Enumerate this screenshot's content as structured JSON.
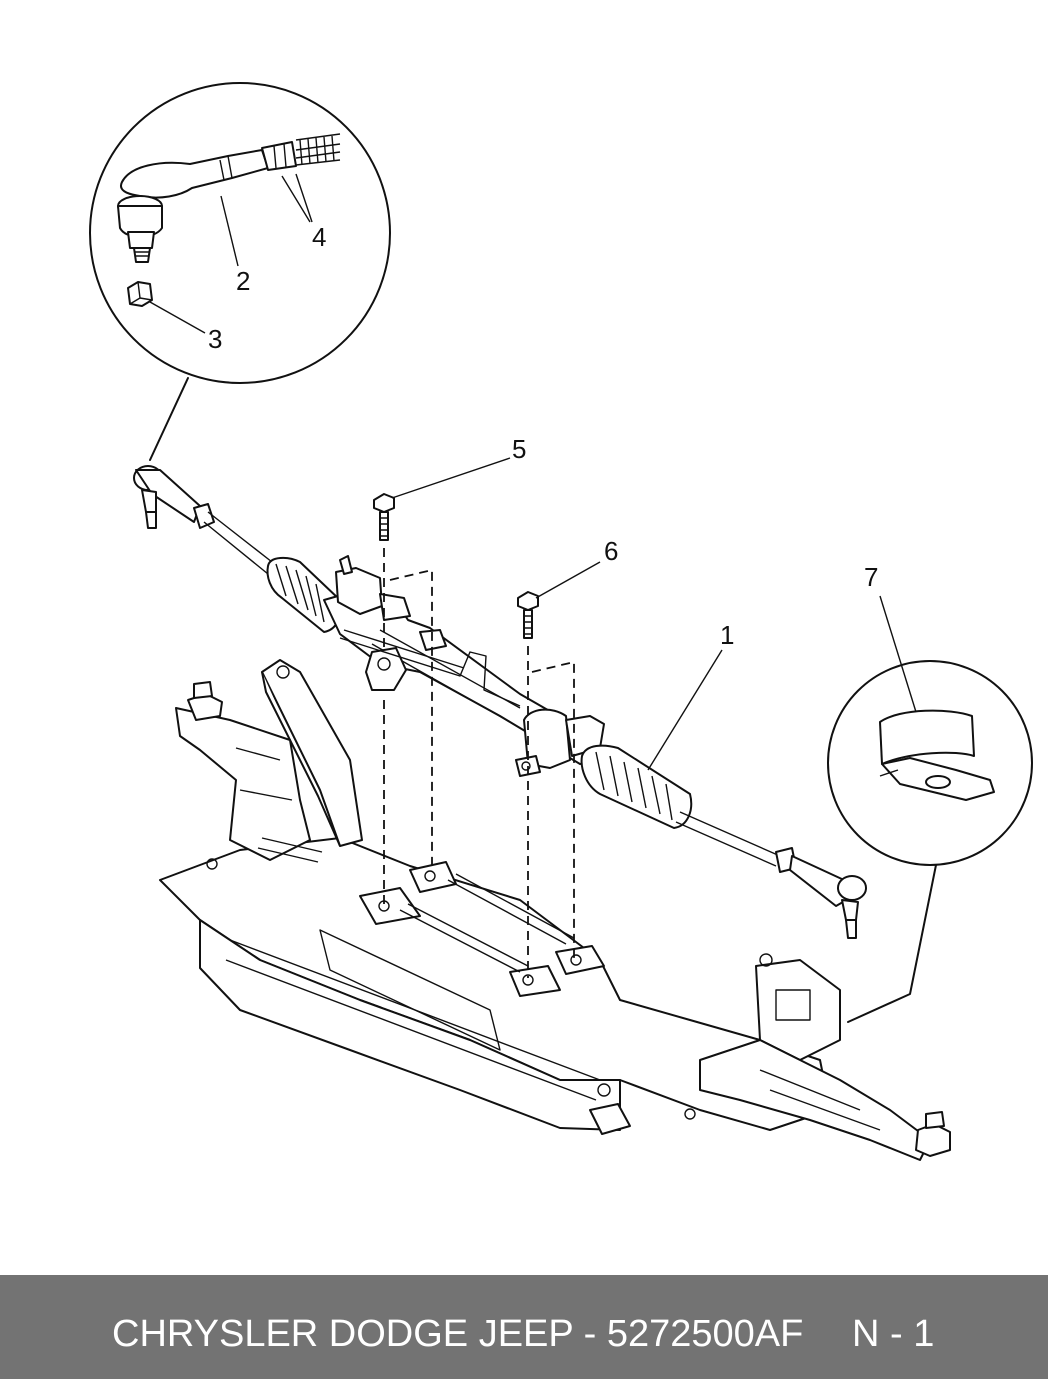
{
  "callouts": {
    "c1": "1",
    "c2": "2",
    "c3": "3",
    "c4": "4",
    "c5": "5",
    "c6": "6",
    "c7": "7"
  },
  "footer": {
    "brand_part": "CHRYSLER DODGE JEEP - 5272500AF",
    "page": "N - 1",
    "background": "#737373",
    "text_color": "#ffffff"
  }
}
